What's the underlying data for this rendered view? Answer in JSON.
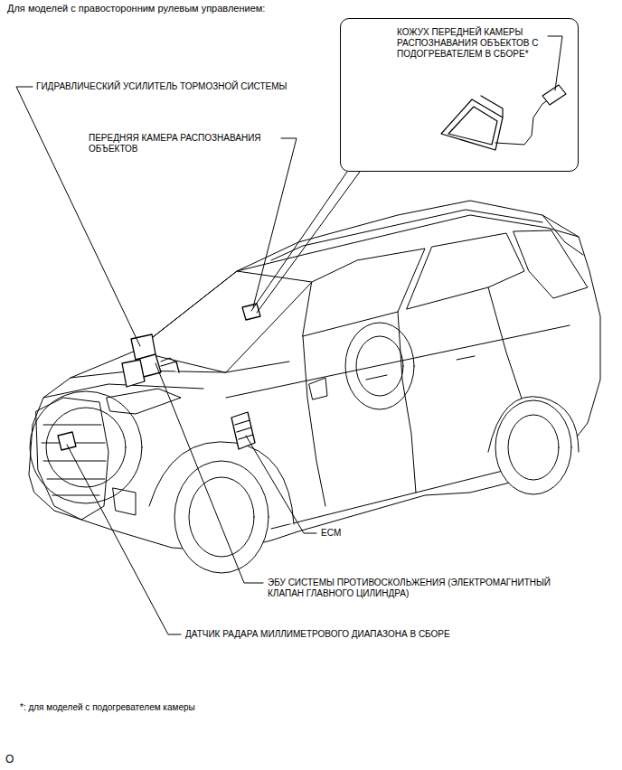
{
  "diagram": {
    "title": "Для моделей с правосторонним рулевым управлением:",
    "nodes": [
      {
        "text": [
          "КОЖУХ ПЕРЕДНЕЙ КАМЕРЫ РАСПОЗНАВАНИЯ ОБЪЕКТОВ С ПОДОГРЕВАТЕЛЕМ В СБОРЕ*"
        ]
      }
    ],
    "labels": [
      "ГИДРАВЛИЧЕСКИЙ УСИЛИТЕЛЬ ТОРМОЗНОЙ СИСТЕМЫ",
      "ПЕРЕДНЯЯ КАМЕРА РАСПОЗНАВАНИЯ ОБЪЕКТОВ",
      "ECM",
      "ЭБУ СИСТЕМЫ ПРОТИВОСКОЛЬЖЕНИЯ (ЭЛЕКТРОМАГНИТНЫЙ КЛАПАН ГЛАВНОГО ЦИЛИНДРА)",
      "ДАТЧИК РАДАРА МИЛЛИМЕТРОВОГО ДИАПАЗОНА В СБОРЕ",
      "*: для моделей с подогревателем камеры",
      "O"
    ]
  }
}
